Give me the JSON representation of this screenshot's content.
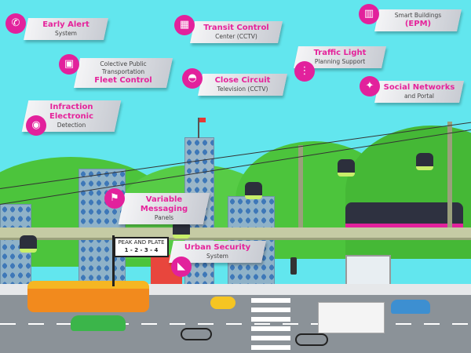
{
  "labels": {
    "early_alert": {
      "title": "Early Alert",
      "subtitle": "System",
      "icon": "satellite-dish-icon"
    },
    "fleet_control": {
      "subtitle": "Colective Public Transportation",
      "title": "Fleet Control",
      "icon": "bus-icon"
    },
    "infraction": {
      "title": "Infraction Electronic",
      "subtitle": "Detection",
      "icon": "camera-icon"
    },
    "transit_control": {
      "title": "Transit Control",
      "subtitle": "Center (CCTV)",
      "icon": "monitor-wall-icon"
    },
    "close_circuit": {
      "title": "Close Circuit",
      "subtitle": "Television (CCTV)",
      "icon": "dome-camera-icon"
    },
    "traffic_light": {
      "title": "Traffic Light",
      "subtitle": "Planning Support",
      "icon": "traffic-light-icon"
    },
    "smart_buildings": {
      "subtitle": "Smart Buildings",
      "title": "(EPM)",
      "icon": "building-icon"
    },
    "social_networks": {
      "title": "Social Networks",
      "subtitle": "and Portal",
      "icon": "twitter-bird-icon"
    },
    "variable_messaging": {
      "title": "Variable Messaging",
      "subtitle": "Panels",
      "icon": "sign-panel-icon"
    },
    "urban_security": {
      "title": "Urban Security",
      "subtitle": "System",
      "icon": "security-camera-icon"
    }
  },
  "sign": {
    "line1": "PEAK AND PLATE",
    "line2": "1 - 2 - 3 - 4"
  },
  "colors": {
    "sky": "#62e6ee",
    "accent": "#e2219c",
    "grass": "#4cc43c",
    "road": "#8b9298"
  }
}
